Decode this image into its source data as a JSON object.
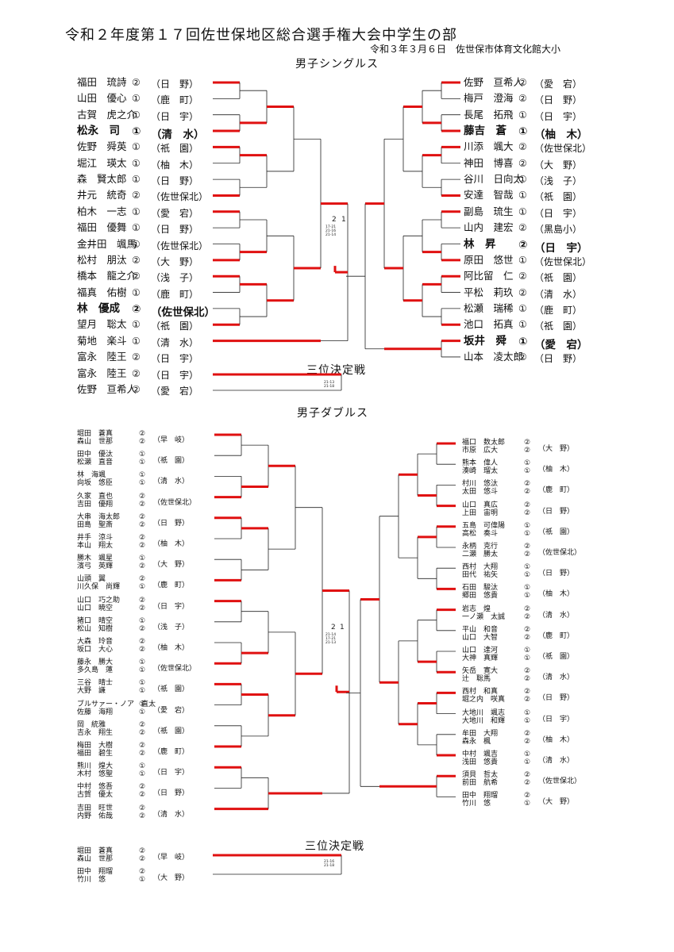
{
  "title": "令和２年度第１７回佐世保地区総合選手権大会中学生の部",
  "subtitle": "令和３年３月６日　佐世保市体育文化館大小",
  "singles": {
    "title": "男子シングルス",
    "left": [
      {
        "name": "福田　琉詩",
        "grade": "②",
        "school": "（日　野）"
      },
      {
        "name": "山田　優心",
        "grade": "①",
        "school": "（鹿　町）"
      },
      {
        "name": "古賀　虎之介",
        "grade": "①",
        "school": "（日　宇）"
      },
      {
        "name": "松永　司",
        "grade": "①",
        "school": "（清　水）"
      },
      {
        "name": "佐野　舜英",
        "grade": "①",
        "school": "（祇　園）"
      },
      {
        "name": "堀江　瑛太",
        "grade": "①",
        "school": "（柚　木）"
      },
      {
        "name": "森　賢太郎",
        "grade": "①",
        "school": "（日　野）"
      },
      {
        "name": "井元　統奇",
        "grade": "②",
        "school": "（佐世保北）"
      },
      {
        "name": "柏木　一志",
        "grade": "①",
        "school": "（愛　宕）"
      },
      {
        "name": "福田　優舞",
        "grade": "①",
        "school": "（日　野）"
      },
      {
        "name": "金井田　颯馬",
        "grade": "①",
        "school": "（佐世保北）"
      },
      {
        "name": "松村　朋汰",
        "grade": "②",
        "school": "（大　野）"
      },
      {
        "name": "橋本　龍之介",
        "grade": "②",
        "school": "（浅　子）"
      },
      {
        "name": "福真　佑樹",
        "grade": "①",
        "school": "（鹿　町）"
      },
      {
        "name": "林　優成",
        "grade": "②",
        "school": "（佐世保北）"
      },
      {
        "name": "望月　聡太",
        "grade": "①",
        "school": "（祇　園）"
      },
      {
        "name": "菊地　楽斗",
        "grade": "①",
        "school": "（清　水）"
      },
      {
        "name": "富永　陸王",
        "grade": "②",
        "school": "（日　宇）"
      }
    ],
    "right": [
      {
        "name": "佐野　亘希人",
        "grade": "②",
        "school": "（愛　宕）"
      },
      {
        "name": "梅戸　澄海",
        "grade": "②",
        "school": "（日　野）"
      },
      {
        "name": "長尾　拓飛",
        "grade": "①",
        "school": "（日　宇）"
      },
      {
        "name": "藤吉　蒼",
        "grade": "①",
        "school": "（柚　木）"
      },
      {
        "name": "川添　颯大",
        "grade": "②",
        "school": "（佐世保北）"
      },
      {
        "name": "神田　博喜",
        "grade": "②",
        "school": "（大　野）"
      },
      {
        "name": "谷川　日向太",
        "grade": "①",
        "school": "（浅　子）"
      },
      {
        "name": "安達　智哉",
        "grade": "①",
        "school": "（祇　園）"
      },
      {
        "name": "副島　琉生",
        "grade": "①",
        "school": "（日　宇）"
      },
      {
        "name": "山内　建宏",
        "grade": "②",
        "school": "（黒島小）"
      },
      {
        "name": "林　昇",
        "grade": "②",
        "school": "（日　宇）"
      },
      {
        "name": "原田　悠世",
        "grade": "①",
        "school": "（佐世保北）"
      },
      {
        "name": "阿比留　仁",
        "grade": "②",
        "school": "（祇　園）"
      },
      {
        "name": "平松　莉玖",
        "grade": "②",
        "school": "（清　水）"
      },
      {
        "name": "松瀬　瑞稀",
        "grade": "①",
        "school": "（鹿　町）"
      },
      {
        "name": "池口　拓真",
        "grade": "①",
        "school": "（祇　園）"
      },
      {
        "name": "坂井　舜",
        "grade": "①",
        "school": "（愛　宕）"
      },
      {
        "name": "山本　凌太郎",
        "grade": "②",
        "school": "（日　野）"
      }
    ],
    "third_title": "三位決定戦",
    "third": [
      {
        "name": "富永　陸王",
        "grade": "②",
        "school": "（日　宇）"
      },
      {
        "name": "佐野　亘希人",
        "grade": "②",
        "school": "（愛　宕）"
      }
    ],
    "third_score": "21-13\n21-18",
    "final_score": "17-21\n21-16\n21-14",
    "final_res_left": "2",
    "final_res_right": "1"
  },
  "doubles": {
    "title": "男子ダブルス",
    "left": [
      {
        "p1": "堀田　蒼真",
        "g1": "②",
        "p2": "森山　世那",
        "g2": "②",
        "school": "（早　岐）"
      },
      {
        "p1": "田中　優汰",
        "g1": "①",
        "p2": "松瀬　直音",
        "g2": "①",
        "school": "（祇　園）"
      },
      {
        "p1": "林　海颯",
        "g1": "①",
        "p2": "向坂　悠臣",
        "g2": "①",
        "school": "（清　水）"
      },
      {
        "p1": "久家　直也",
        "g1": "②",
        "p2": "吉田　優翔",
        "g2": "②",
        "school": "（佐世保北）"
      },
      {
        "p1": "大串　海太郎",
        "g1": "②",
        "p2": "田島　聖斎",
        "g2": "②",
        "school": "（日　野）"
      },
      {
        "p1": "井手　涼斗",
        "g1": "②",
        "p2": "本山　翔太",
        "g2": "②",
        "school": "（柚　木）"
      },
      {
        "p1": "勝木　颯星",
        "g1": "①",
        "p2": "濱弓　英輝",
        "g2": "②",
        "school": "（大　野）"
      },
      {
        "p1": "山頭　翼",
        "g1": "②",
        "p2": "川久保　尚輝",
        "g2": "①",
        "school": "（鹿　町）"
      },
      {
        "p1": "山口　巧之助",
        "g1": "②",
        "p2": "山口　暁空",
        "g2": "②",
        "school": "（日　宇）"
      },
      {
        "p1": "猪口　晴空",
        "g1": "①",
        "p2": "松山　知樹",
        "g2": "②",
        "school": "（浅　子）"
      },
      {
        "p1": "大森　玲音",
        "g1": "②",
        "p2": "坂口　大心",
        "g2": "②",
        "school": "（柚　木）"
      },
      {
        "p1": "藤永　勝大",
        "g1": "①",
        "p2": "多久島　蓮",
        "g2": "①",
        "school": "（佐世保北）"
      },
      {
        "p1": "三谷　晴士",
        "g1": "①",
        "p2": "大野　謙",
        "g2": "①",
        "school": "（祇　園）"
      },
      {
        "p1": "ブルサァー・ノア　直太",
        "g1": "①",
        "p2": "佐藤　海翔",
        "g2": "①",
        "school": "（愛　宕）"
      },
      {
        "p1": "岡　統雅",
        "g1": "②",
        "p2": "吉永　翔生",
        "g2": "②",
        "school": "（祇　園）"
      },
      {
        "p1": "梅田　大樹",
        "g1": "②",
        "p2": "福田　碧生",
        "g2": "②",
        "school": "（鹿　町）"
      },
      {
        "p1": "熊川　煌大",
        "g1": "①",
        "p2": "木村　悠聖",
        "g2": "①",
        "school": "（日　宇）"
      },
      {
        "p1": "中村　悠吾",
        "g1": "②",
        "p2": "古賀　優太",
        "g2": "②",
        "school": "（日　野）"
      },
      {
        "p1": "吉田　旺世",
        "g1": "②",
        "p2": "内野　佑哉",
        "g2": "②",
        "school": "（清　水）"
      }
    ],
    "right": [
      {
        "p1": "福口　数太郎",
        "g1": "②",
        "p2": "市原　広大",
        "g2": "②",
        "school": "（大　野）"
      },
      {
        "p1": "熊本　偉人",
        "g1": "①",
        "p2": "湊崎　瑠太",
        "g2": "①",
        "school": "（柚　木）"
      },
      {
        "p1": "村川　悠汰",
        "g1": "②",
        "p2": "太田　悠斗",
        "g2": "②",
        "school": "（鹿　町）"
      },
      {
        "p1": "山口　真広",
        "g1": "②",
        "p2": "上田　宙明",
        "g2": "②",
        "school": "（日　野）"
      },
      {
        "p1": "五島　可偉陽",
        "g1": "①",
        "p2": "高松　奏斗",
        "g2": "①",
        "school": "（祇　園）"
      },
      {
        "p1": "永柄　克行",
        "g1": "②",
        "p2": "二瀬　勝太",
        "g2": "②",
        "school": "（佐世保北）"
      },
      {
        "p1": "西村　大翔",
        "g1": "①",
        "p2": "田代　祐矢",
        "g2": "①",
        "school": "（日　野）"
      },
      {
        "p1": "石田　駿汰",
        "g1": "①",
        "p2": "郷田　悠貴",
        "g2": "①",
        "school": "（柚　木）"
      },
      {
        "p1": "岩志　煌",
        "g1": "②",
        "p2": "一ノ瀬　太誠",
        "g2": "②",
        "school": "（清　水）"
      },
      {
        "p1": "平山　和音",
        "g1": "②",
        "p2": "山口　大智",
        "g2": "②",
        "school": "（鹿　町）"
      },
      {
        "p1": "山口　達河",
        "g1": "①",
        "p2": "大神　真輝",
        "g2": "①",
        "school": "（祇　園）"
      },
      {
        "p1": "矢岳　寛大",
        "g1": "②",
        "p2": "辻　聡馬",
        "g2": "②",
        "school": "（清　水）"
      },
      {
        "p1": "西村　和真",
        "g1": "②",
        "p2": "堀之内　咲真",
        "g2": "②",
        "school": "（日　野）"
      },
      {
        "p1": "大地川　颯志",
        "g1": "①",
        "p2": "大地川　和輝",
        "g2": "①",
        "school": "（日　宇）"
      },
      {
        "p1": "牟田　大翔",
        "g1": "②",
        "p2": "森永　楓",
        "g2": "②",
        "school": "（柚　木）"
      },
      {
        "p1": "中村　颯吉",
        "g1": "①",
        "p2": "浅田　悠貴",
        "g2": "①",
        "school": "（清　水）"
      },
      {
        "p1": "須貝　哲太",
        "g1": "②",
        "p2": "前田　航希",
        "g2": "②",
        "school": "（佐世保北）"
      },
      {
        "p1": "田中　翔瑠",
        "g1": "②",
        "p2": "竹川　悠",
        "g2": "①",
        "school": "（大　野）"
      }
    ],
    "third_title": "三位決定戦",
    "third": [
      {
        "p1": "堀田　蒼真",
        "g1": "②",
        "p2": "森山　世那",
        "g2": "②",
        "school": "（早　岐）"
      },
      {
        "p1": "田中　翔瑠",
        "g1": "②",
        "p2": "竹川　悠",
        "g2": "①",
        "school": "（大　野）"
      }
    ],
    "third_score": "21-16\n21-18",
    "final_score": "21-14\n17-21\n21-13",
    "final_res_left": "2",
    "final_res_right": "1"
  }
}
